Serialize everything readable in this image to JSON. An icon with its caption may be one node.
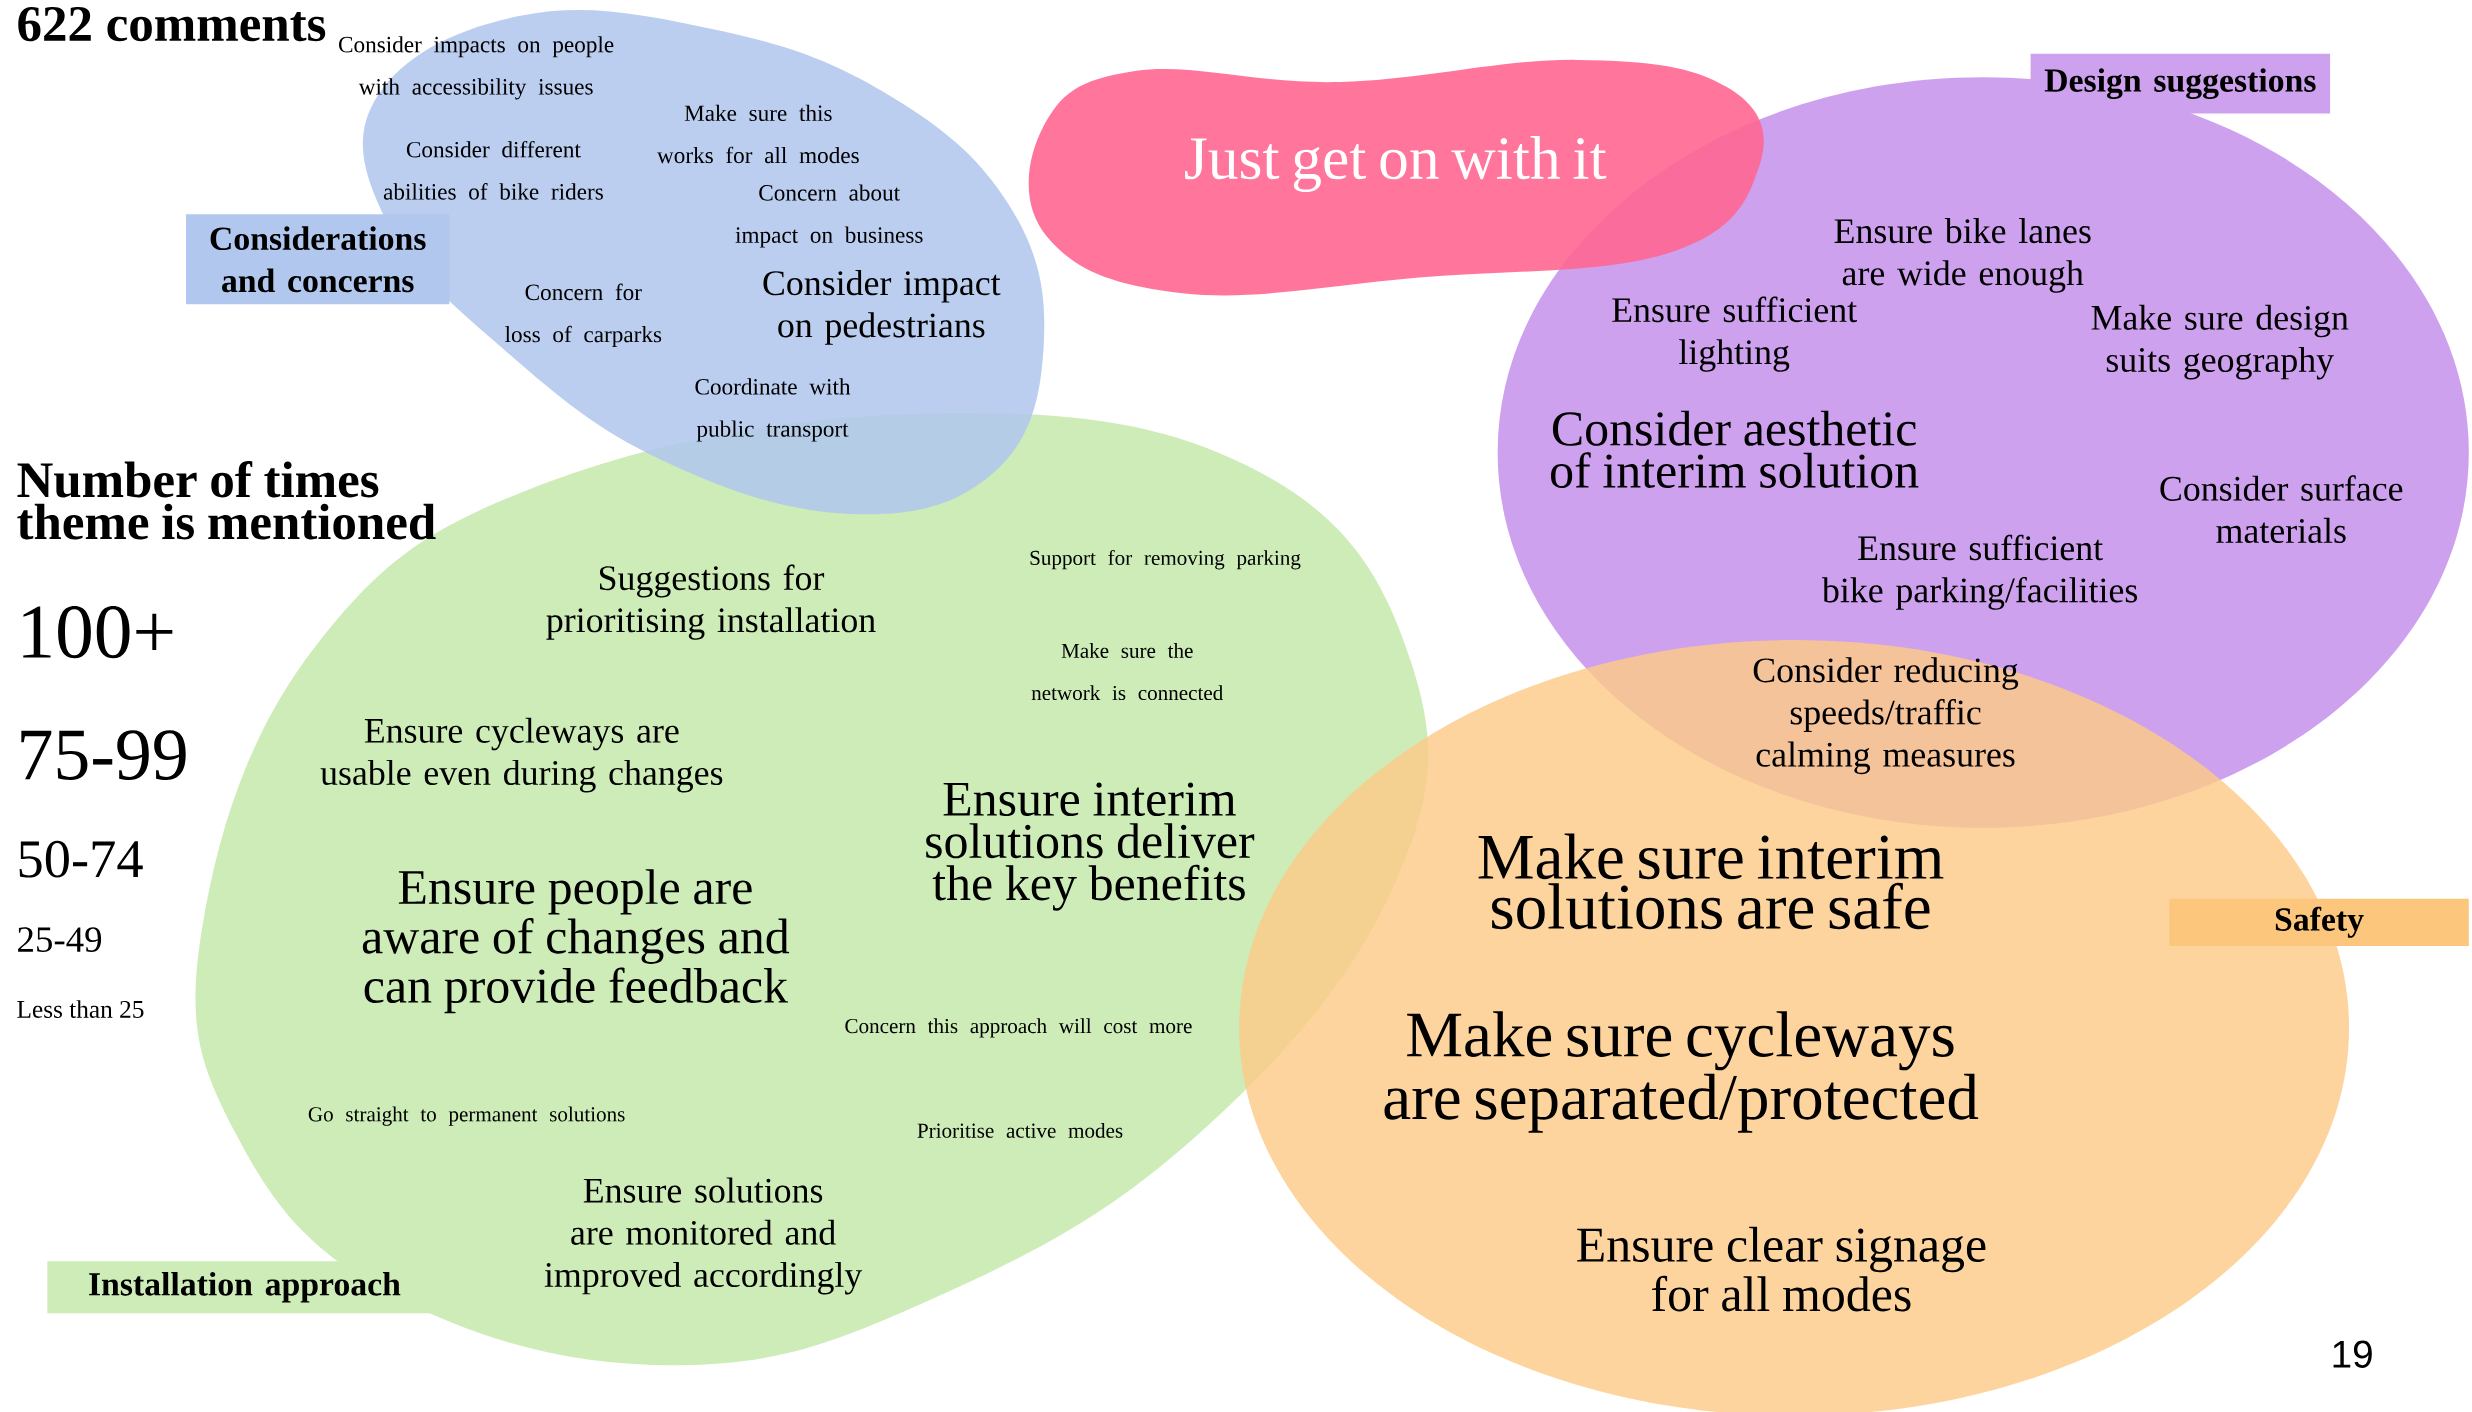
{
  "diagram": {
    "title": "622 comments",
    "nodes": [
      {
        "text": [
          "Considerations and concerns",
          "Consider impacts on people with accessibility issues",
          "Make sure this works for all modes",
          "Consider different abilities of bike riders",
          "Concern about impact on business",
          "Concern for loss of carparks",
          "Consider impact on pedestrians",
          "Coordinate with public transport"
        ]
      },
      {
        "text": [
          "Just get on with it"
        ]
      },
      {
        "text": [
          "Design suggestions",
          "Ensure bike lanes are wide enough",
          "Ensure sufficient lighting",
          "Make sure design suits geography",
          "Consider aesthetic of interim solution",
          "Consider surface materials",
          "Ensure sufficient bike parking/facilities"
        ]
      },
      {
        "text": [
          "Installation approach",
          "Suggestions for prioritising installation",
          "Support for removing parking",
          "Make sure the network is connected",
          "Ensure cycleways are usable even during changes",
          "Ensure interim solutions deliver the key benefits",
          "Ensure people are aware of changes and can provide feedback",
          "Concern this approach will cost more",
          "Go straight to permanent solutions",
          "Prioritise active modes",
          "Ensure solutions are monitored and improved accordingly"
        ]
      },
      {
        "text": [
          "Safety",
          "Make sure interim solutions are safe",
          "Make sure cycleways are separated/protected",
          "Ensure clear signage for all modes"
        ]
      }
    ],
    "labels": [
      "Number of times theme is mentioned",
      "100+",
      "75-99",
      "50-74",
      "25-49",
      "Less than 25",
      "Consider reducing speeds/traffic calming measures",
      "19"
    ]
  }
}
